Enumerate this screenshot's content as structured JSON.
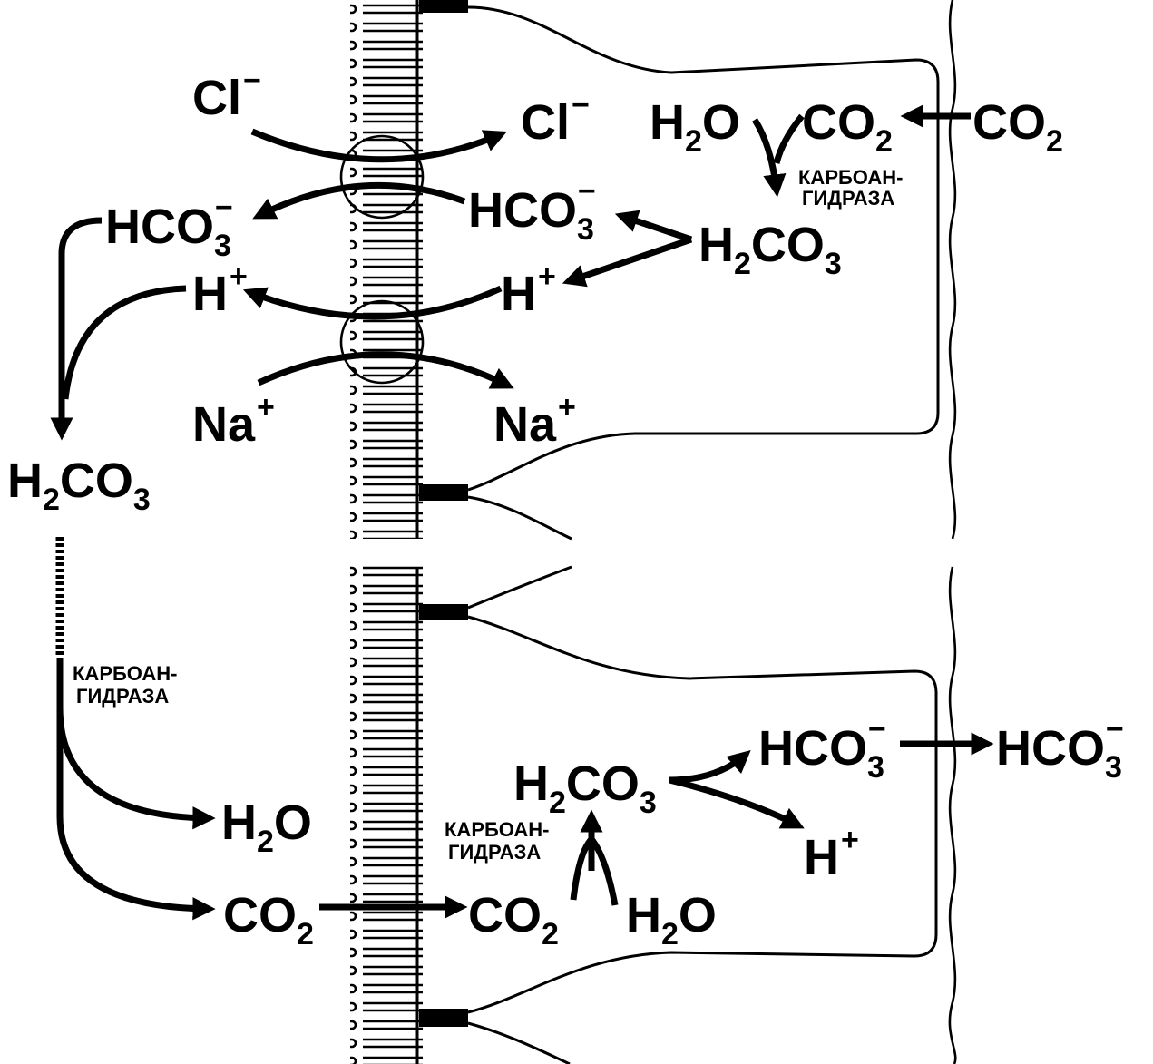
{
  "colors": {
    "ink": "#000000",
    "background": "#ffffff"
  },
  "enzyme": {
    "line1": "КАРБОАН-",
    "line2": "ГИДРАЗА"
  },
  "upper": {
    "cl_out": {
      "base": "Cl",
      "sup": "−"
    },
    "cl_in": {
      "base": "Cl",
      "sup": "−"
    },
    "hco3_out": {
      "base": "HCO",
      "sub": "3",
      "sup": "−"
    },
    "hco3_in": {
      "base": "HCO",
      "sub": "3",
      "sup": "−"
    },
    "h_out": {
      "base": "H",
      "sup": "+"
    },
    "h_in": {
      "base": "H",
      "sup": "+"
    },
    "na_out": {
      "base": "Na",
      "sup": "+"
    },
    "na_in": {
      "base": "Na",
      "sup": "+"
    },
    "h2o": {
      "pre": "H",
      "sub": "2",
      "post": "O"
    },
    "co2_cell": {
      "base": "CO",
      "sub": "2"
    },
    "co2_blood": {
      "base": "CO",
      "sub": "2"
    },
    "h2co3_cell": {
      "pre": "H",
      "sub1": "2",
      "mid": "CO",
      "sub2": "3"
    },
    "h2co3_lumen": {
      "pre": "H",
      "sub1": "2",
      "mid": "CO",
      "sub2": "3"
    }
  },
  "lower": {
    "h2o_lumen": {
      "pre": "H",
      "sub": "2",
      "post": "O"
    },
    "co2_lumen": {
      "base": "CO",
      "sub": "2"
    },
    "co2_cell": {
      "base": "CO",
      "sub": "2"
    },
    "h2o_cell": {
      "pre": "H",
      "sub": "2",
      "post": "O"
    },
    "h2co3_cell": {
      "pre": "H",
      "sub1": "2",
      "mid": "CO",
      "sub2": "3"
    },
    "hco3_cell": {
      "base": "HCO",
      "sub": "3",
      "sup": "−"
    },
    "hco3_blood": {
      "base": "HCO",
      "sub": "3",
      "sup": "−"
    },
    "h_cell": {
      "base": "H",
      "sup": "+"
    }
  }
}
